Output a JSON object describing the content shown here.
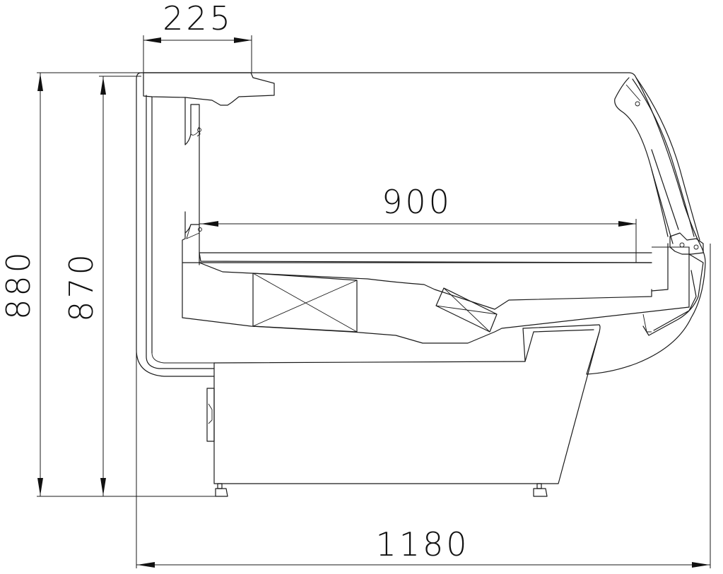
{
  "dimensions": {
    "top_depth": "225",
    "inner_width": "900",
    "total_height": "880",
    "inner_height": "870",
    "total_width": "1180"
  }
}
